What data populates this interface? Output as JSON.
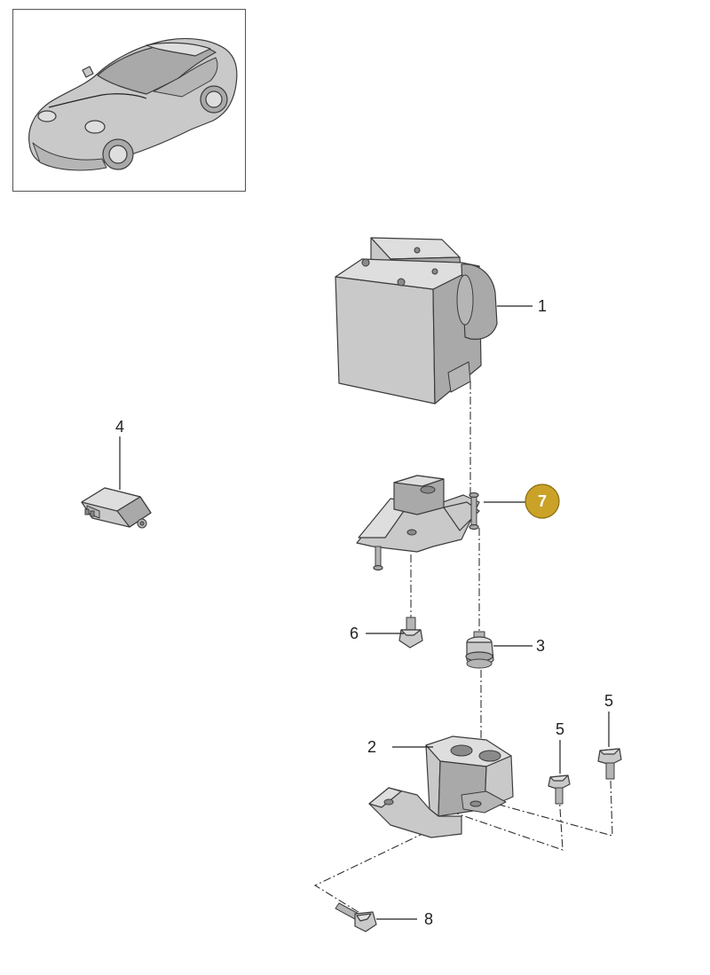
{
  "thumbnail": {
    "name": "vehicle-thumbnail"
  },
  "callouts": [
    {
      "id": "1",
      "label": "1"
    },
    {
      "id": "2",
      "label": "2"
    },
    {
      "id": "3",
      "label": "3"
    },
    {
      "id": "4",
      "label": "4"
    },
    {
      "id": "5a",
      "label": "5"
    },
    {
      "id": "5b",
      "label": "5"
    },
    {
      "id": "6",
      "label": "6"
    },
    {
      "id": "7",
      "label": "7",
      "highlighted": true
    },
    {
      "id": "8",
      "label": "8"
    }
  ],
  "colors": {
    "highlight_badge": "#c9a227",
    "part_fill": "#c9c9c9",
    "outline": "#3c3c3c"
  }
}
